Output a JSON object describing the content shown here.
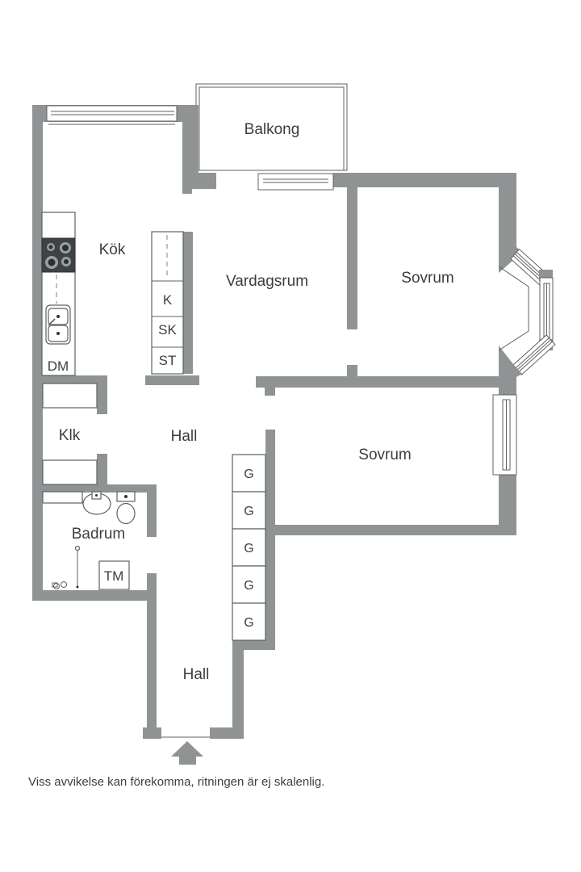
{
  "rooms": {
    "balkong": "Balkong",
    "kok": "Kök",
    "vardagsrum": "Vardagsrum",
    "sovrum_top": "Sovrum",
    "sovrum_bottom": "Sovrum",
    "hall_upper": "Hall",
    "hall_lower": "Hall",
    "klk": "Klk",
    "badrum": "Badrum"
  },
  "fixtures": {
    "dishwasher": "DM",
    "washing_machine": "TM",
    "closet_sections": [
      "K",
      "SK",
      "ST"
    ],
    "wardrobes": [
      "G",
      "G",
      "G",
      "G",
      "G"
    ]
  },
  "footer": {
    "disclaimer": "Viss avvikelse kan förekomma, ritningen är ej skalenlig."
  },
  "colors": {
    "wall": "#8f9394",
    "outline": "#5d6163",
    "text": "#3b3f42",
    "stove": "#3f4244"
  }
}
